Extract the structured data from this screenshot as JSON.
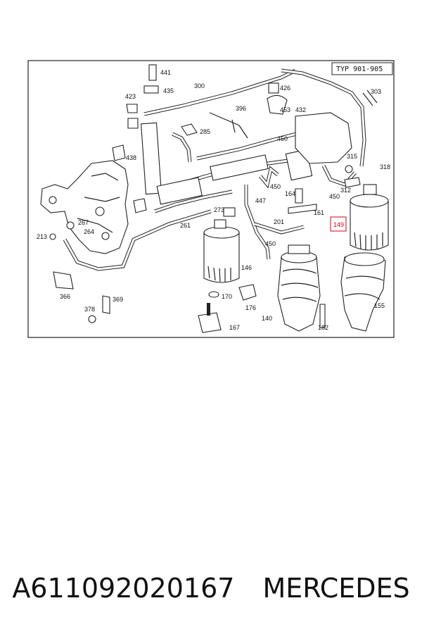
{
  "diagram": {
    "typ_label": "TYP 901-905",
    "highlight_color": "#d0021b",
    "highlighted_part": "149",
    "labels": {
      "l441": "441",
      "l435": "435",
      "l300": "300",
      "l426": "426",
      "l303": "303",
      "l423": "423",
      "l396": "396",
      "l453": "453",
      "l432": "432",
      "l285": "285",
      "l438": "438",
      "l450a": "450",
      "l315": "315",
      "l318": "318",
      "l450b": "450",
      "l164": "164",
      "l312": "312",
      "l450c": "450",
      "l447": "447",
      "l273": "273",
      "l161": "161",
      "l267": "267",
      "l264": "264",
      "l213": "213",
      "l261": "261",
      "l201": "201",
      "l149": "149",
      "l450d": "450",
      "l146": "146",
      "l366": "366",
      "l170": "170",
      "l369": "369",
      "l378": "378",
      "l176": "176",
      "l155": "155",
      "l140": "140",
      "l182": "182",
      "l167": "167"
    }
  },
  "footer": {
    "part_number": "A611092020167",
    "brand": "MERCEDES"
  }
}
